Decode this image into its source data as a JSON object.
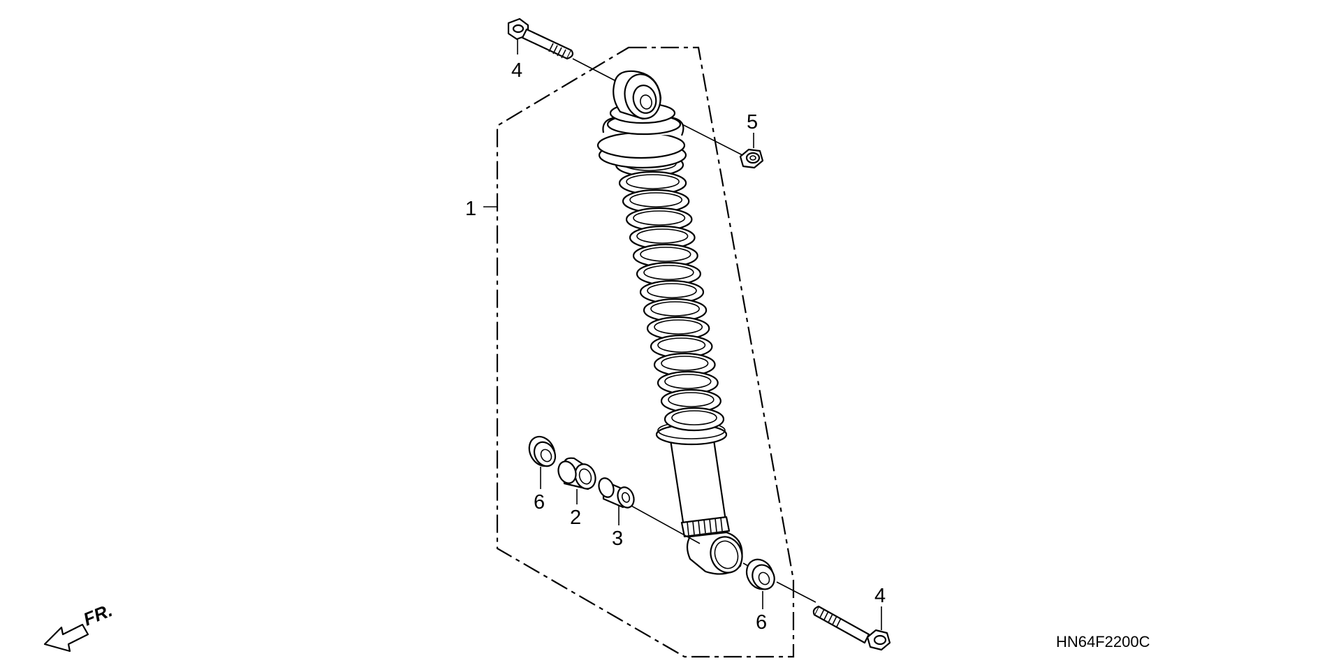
{
  "diagram": {
    "drawing_code": "HN64F2200C",
    "front_indicator": "FR.",
    "callouts": {
      "assembly": "1",
      "collar_large": "2",
      "collar_small": "3",
      "bolt_top": "4",
      "nut": "5",
      "dust_seal_left": "6",
      "dust_seal_right": "6",
      "bolt_bottom": "4"
    },
    "parts": [
      {
        "id": "shock-absorber-assembly",
        "icon": "shock-absorber-icon"
      },
      {
        "id": "collar",
        "icon": "collar-icon"
      },
      {
        "id": "collar-inner",
        "icon": "collar-icon"
      },
      {
        "id": "flange-bolt",
        "icon": "bolt-icon"
      },
      {
        "id": "flange-nut",
        "icon": "nut-icon"
      },
      {
        "id": "dust-seal",
        "icon": "seal-ring-icon"
      }
    ],
    "color": "#000000",
    "background": "#ffffff"
  }
}
